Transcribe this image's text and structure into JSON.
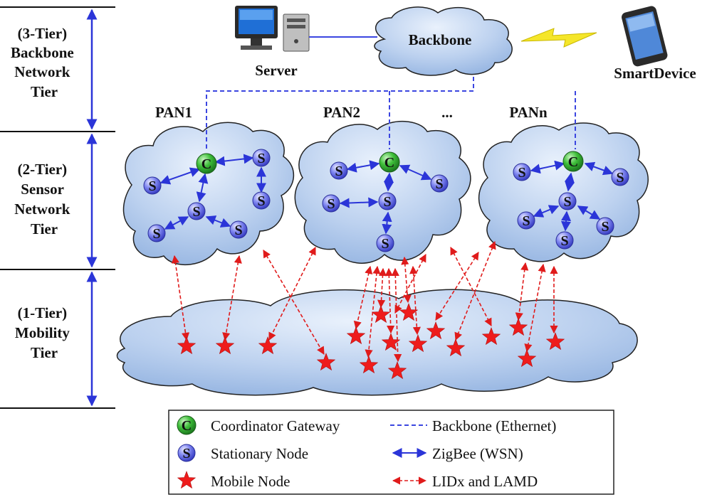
{
  "tiers": [
    {
      "lines": [
        "(3-Tier)",
        "Backbone",
        "Network",
        "Tier"
      ]
    },
    {
      "lines": [
        "(2-Tier)",
        "Sensor",
        "Network",
        "Tier"
      ]
    },
    {
      "lines": [
        "(1-Tier)",
        "Mobility",
        "Tier"
      ]
    }
  ],
  "labels": {
    "server": "Server",
    "backbone": "Backbone",
    "smart_device": "SmartDevice",
    "pan1": "PAN1",
    "pan2": "PAN2",
    "ellipsis": "...",
    "pann": "PANn"
  },
  "node_letters": {
    "coordinator": "C",
    "stationary": "S"
  },
  "legend": {
    "coordinator": "Coordinator Gateway",
    "stationary": "Stationary Node",
    "mobile": "Mobile Node",
    "backbone": "Backbone (Ethernet)",
    "zigbee": "ZigBee (WSN)",
    "lidx": "LIDx and LAMD"
  },
  "colors": {
    "cloud_fill": "#b9cff0",
    "backbone_link": "#3b46e0",
    "zigbee_link": "#2b35d8",
    "mobile_link": "#e01b1b",
    "coordinator": "#2fa63a",
    "stationary": "#5a63e6",
    "mobile": "#ee1c1c"
  }
}
